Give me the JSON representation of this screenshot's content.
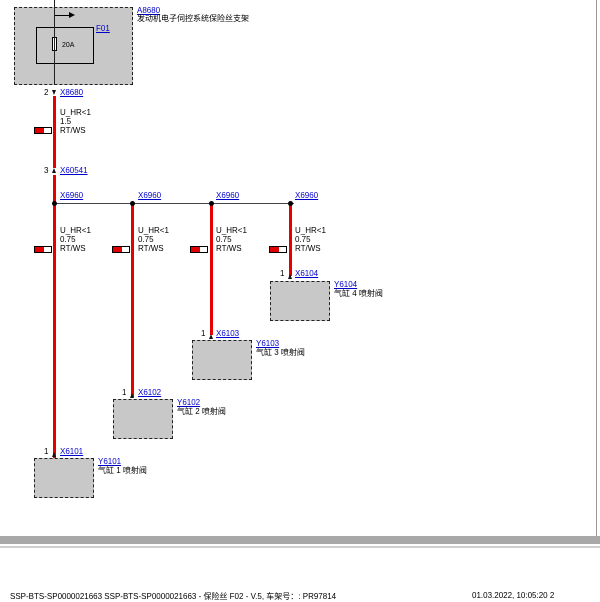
{
  "fuse_box": {
    "ref": "A8680",
    "desc": "发动机电子伺控系统保险丝支架",
    "fuse_ref": "F01",
    "rating": "20A"
  },
  "main_wire": {
    "connector_top": "X8680",
    "pin_top": "2",
    "signal": "U_HR<1",
    "gauge": "1.5",
    "color": "RT/WS",
    "connector_mid": "X60541",
    "pin_mid": "3"
  },
  "branches": [
    {
      "splice": "X6960",
      "signal": "U_HR<1",
      "gauge": "0.75",
      "color": "RT/WS",
      "pin": "1",
      "connector": "X6101",
      "comp_ref": "Y6101",
      "comp_desc": "气缸 1 喷射阀"
    },
    {
      "splice": "X6960",
      "signal": "U_HR<1",
      "gauge": "0.75",
      "color": "RT/WS",
      "pin": "1",
      "connector": "X6102",
      "comp_ref": "Y6102",
      "comp_desc": "气缸 2 喷射阀"
    },
    {
      "splice": "X6960",
      "signal": "U_HR<1",
      "gauge": "0.75",
      "color": "RT/WS",
      "pin": "1",
      "connector": "X6103",
      "comp_ref": "Y6103",
      "comp_desc": "气缸 3 喷射阀"
    },
    {
      "splice": "X6960",
      "signal": "U_HR<1",
      "gauge": "0.75",
      "color": "RT/WS",
      "pin": "1",
      "connector": "X6104",
      "comp_ref": "Y6104",
      "comp_desc": "气缸 4 喷射阀"
    }
  ],
  "footer": {
    "left": "SSP-BTS-SP0000021663 SSP-BTS-SP0000021663 - 保险丝 F02 - V.5, 车架号：: PR97814",
    "right": "01.03.2022, 10:05:20  2"
  },
  "colors": {
    "wire": "#e60000",
    "component_fill": "#c8c8c8",
    "link": "#0000cc"
  }
}
